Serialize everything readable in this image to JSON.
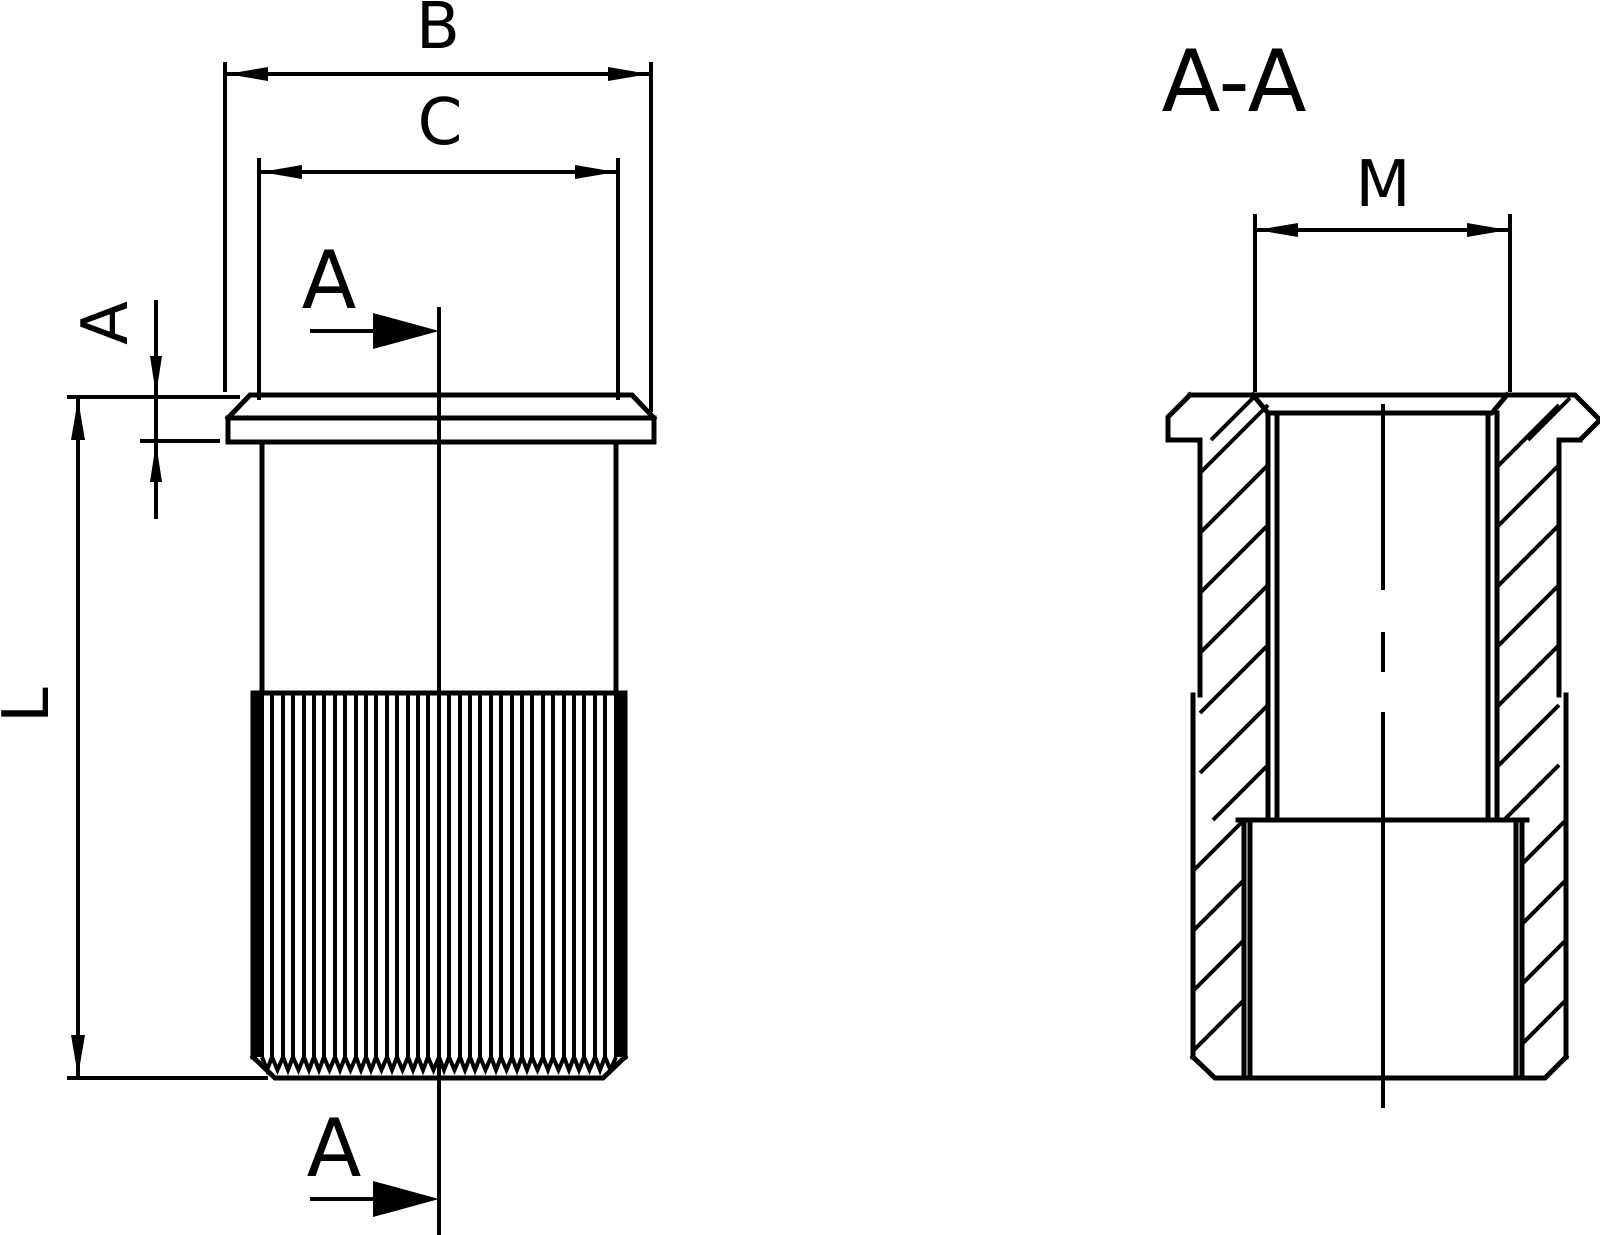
{
  "labels": {
    "dim_b": "B",
    "dim_c": "C",
    "section_mark_top": "A",
    "section_mark_bottom": "A",
    "dim_a": "A",
    "dim_l": "L",
    "section_title": "A-A",
    "dim_m": "M"
  },
  "colors": {
    "line": "#000000",
    "background": "#ffffff"
  }
}
